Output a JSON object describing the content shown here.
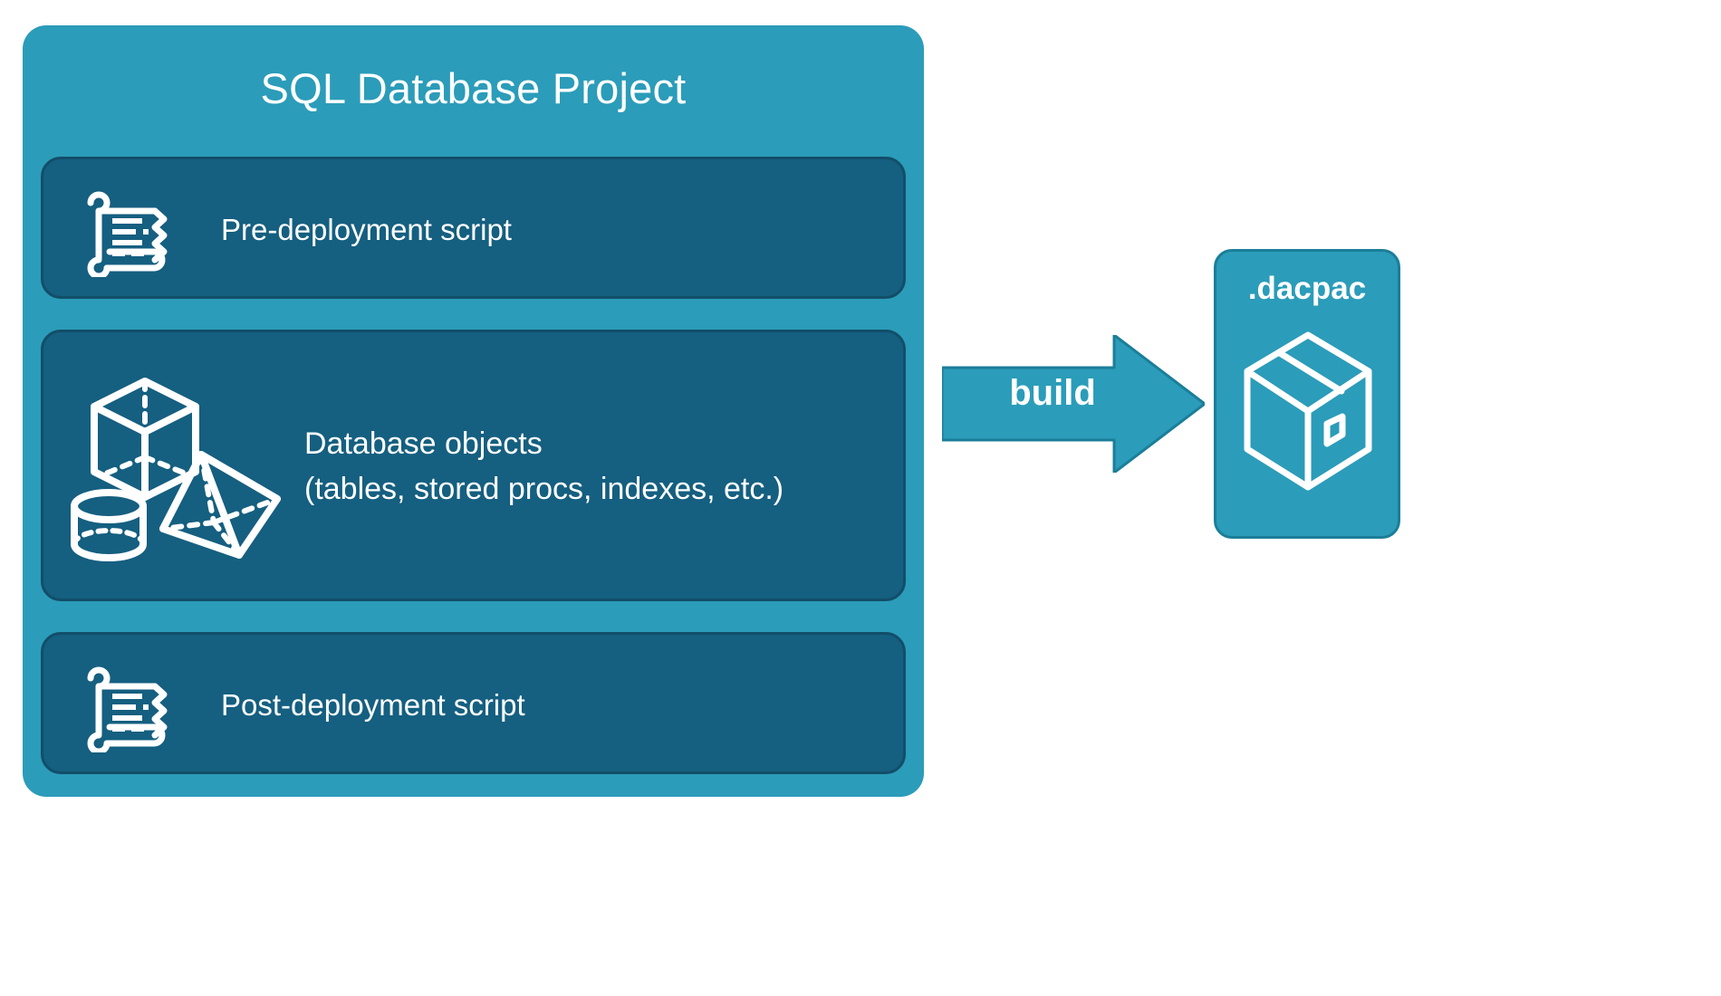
{
  "diagram": {
    "type": "flow-diagram",
    "background_color": "#ffffff",
    "project": {
      "title": "SQL Database Project",
      "container_color": "#2b9cb9",
      "row_color": "#155f80",
      "rows": [
        {
          "id": "pre",
          "label": "Pre-deployment script",
          "icon": "scroll-icon"
        },
        {
          "id": "objs",
          "label": "Database objects\n(tables, stored procs, indexes, etc.)",
          "icon": "shapes-icon"
        },
        {
          "id": "post",
          "label": "Post-deployment script",
          "icon": "scroll-icon"
        }
      ]
    },
    "arrow": {
      "label": "build",
      "color": "#2b9cb9",
      "direction": "right"
    },
    "output": {
      "title": ".dacpac",
      "icon": "package-box-icon",
      "card_color": "#2b9cb9"
    }
  }
}
